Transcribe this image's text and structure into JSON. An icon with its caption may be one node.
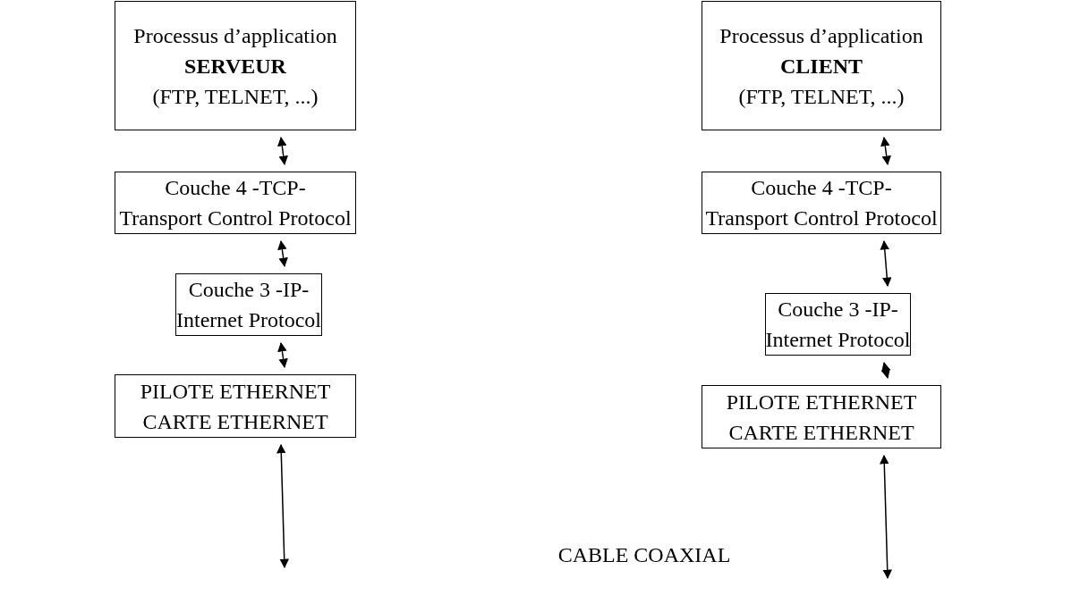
{
  "diagram": {
    "nodes": [
      {
        "text": [
          "Processus d’application",
          "SERVEUR",
          "(FTP, TELNET, ...)"
        ]
      },
      {
        "text": [
          "Couche 4 -TCP-",
          "Transport Control Protocol"
        ]
      },
      {
        "text": [
          "Couche 3 -IP-",
          "Internet Protocol"
        ]
      },
      {
        "text": [
          "PILOTE ETHERNET",
          "CARTE ETHERNET"
        ]
      },
      {
        "text": [
          "Processus d’application",
          "CLIENT",
          "(FTP, TELNET, ...)"
        ]
      },
      {
        "text": [
          "Couche 4 -TCP-",
          "Transport Control Protocol"
        ]
      },
      {
        "text": [
          "Couche 3 -IP-",
          "Internet Protocol"
        ]
      },
      {
        "text": [
          "PILOTE ETHERNET",
          "CARTE ETHERNET"
        ]
      },
      {
        "text": [
          "CABLE COAXIAL"
        ]
      }
    ],
    "edges": [
      {
        "from": 0,
        "to": 1,
        "arrow": "both"
      },
      {
        "from": 1,
        "to": 2,
        "arrow": "both"
      },
      {
        "from": 2,
        "to": 3,
        "arrow": "both"
      },
      {
        "from": 3,
        "to": null,
        "arrow": "both"
      },
      {
        "from": 4,
        "to": 5,
        "arrow": "both"
      },
      {
        "from": 5,
        "to": 6,
        "arrow": "both"
      },
      {
        "from": 6,
        "to": 7,
        "arrow": "both"
      },
      {
        "from": 7,
        "to": null,
        "arrow": "both"
      }
    ]
  }
}
